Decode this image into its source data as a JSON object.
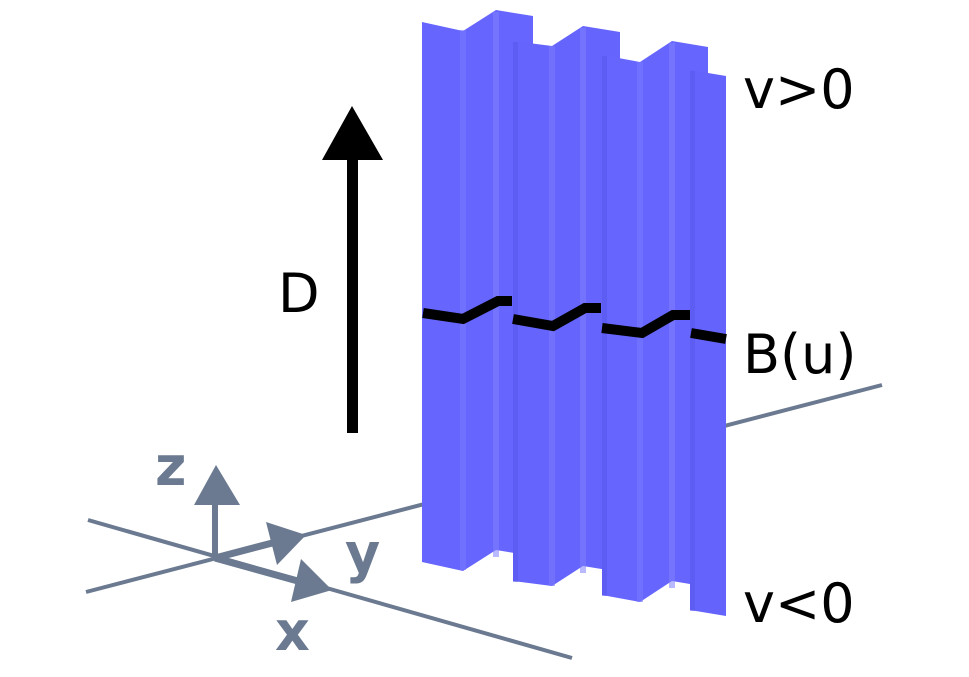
{
  "colors": {
    "surface": "#6666ff",
    "surface_highlight": "#7b7bff",
    "surface_shadow": "#5a5af0",
    "inner_face": "#5f6f86",
    "axes": "#6b7a90",
    "ink": "#000000"
  },
  "labels": {
    "D": "D",
    "v_pos": "v>0",
    "v_neg": "v<0",
    "B": "B(u)",
    "axis_x": "x",
    "axis_y": "y",
    "axis_z": "z"
  }
}
